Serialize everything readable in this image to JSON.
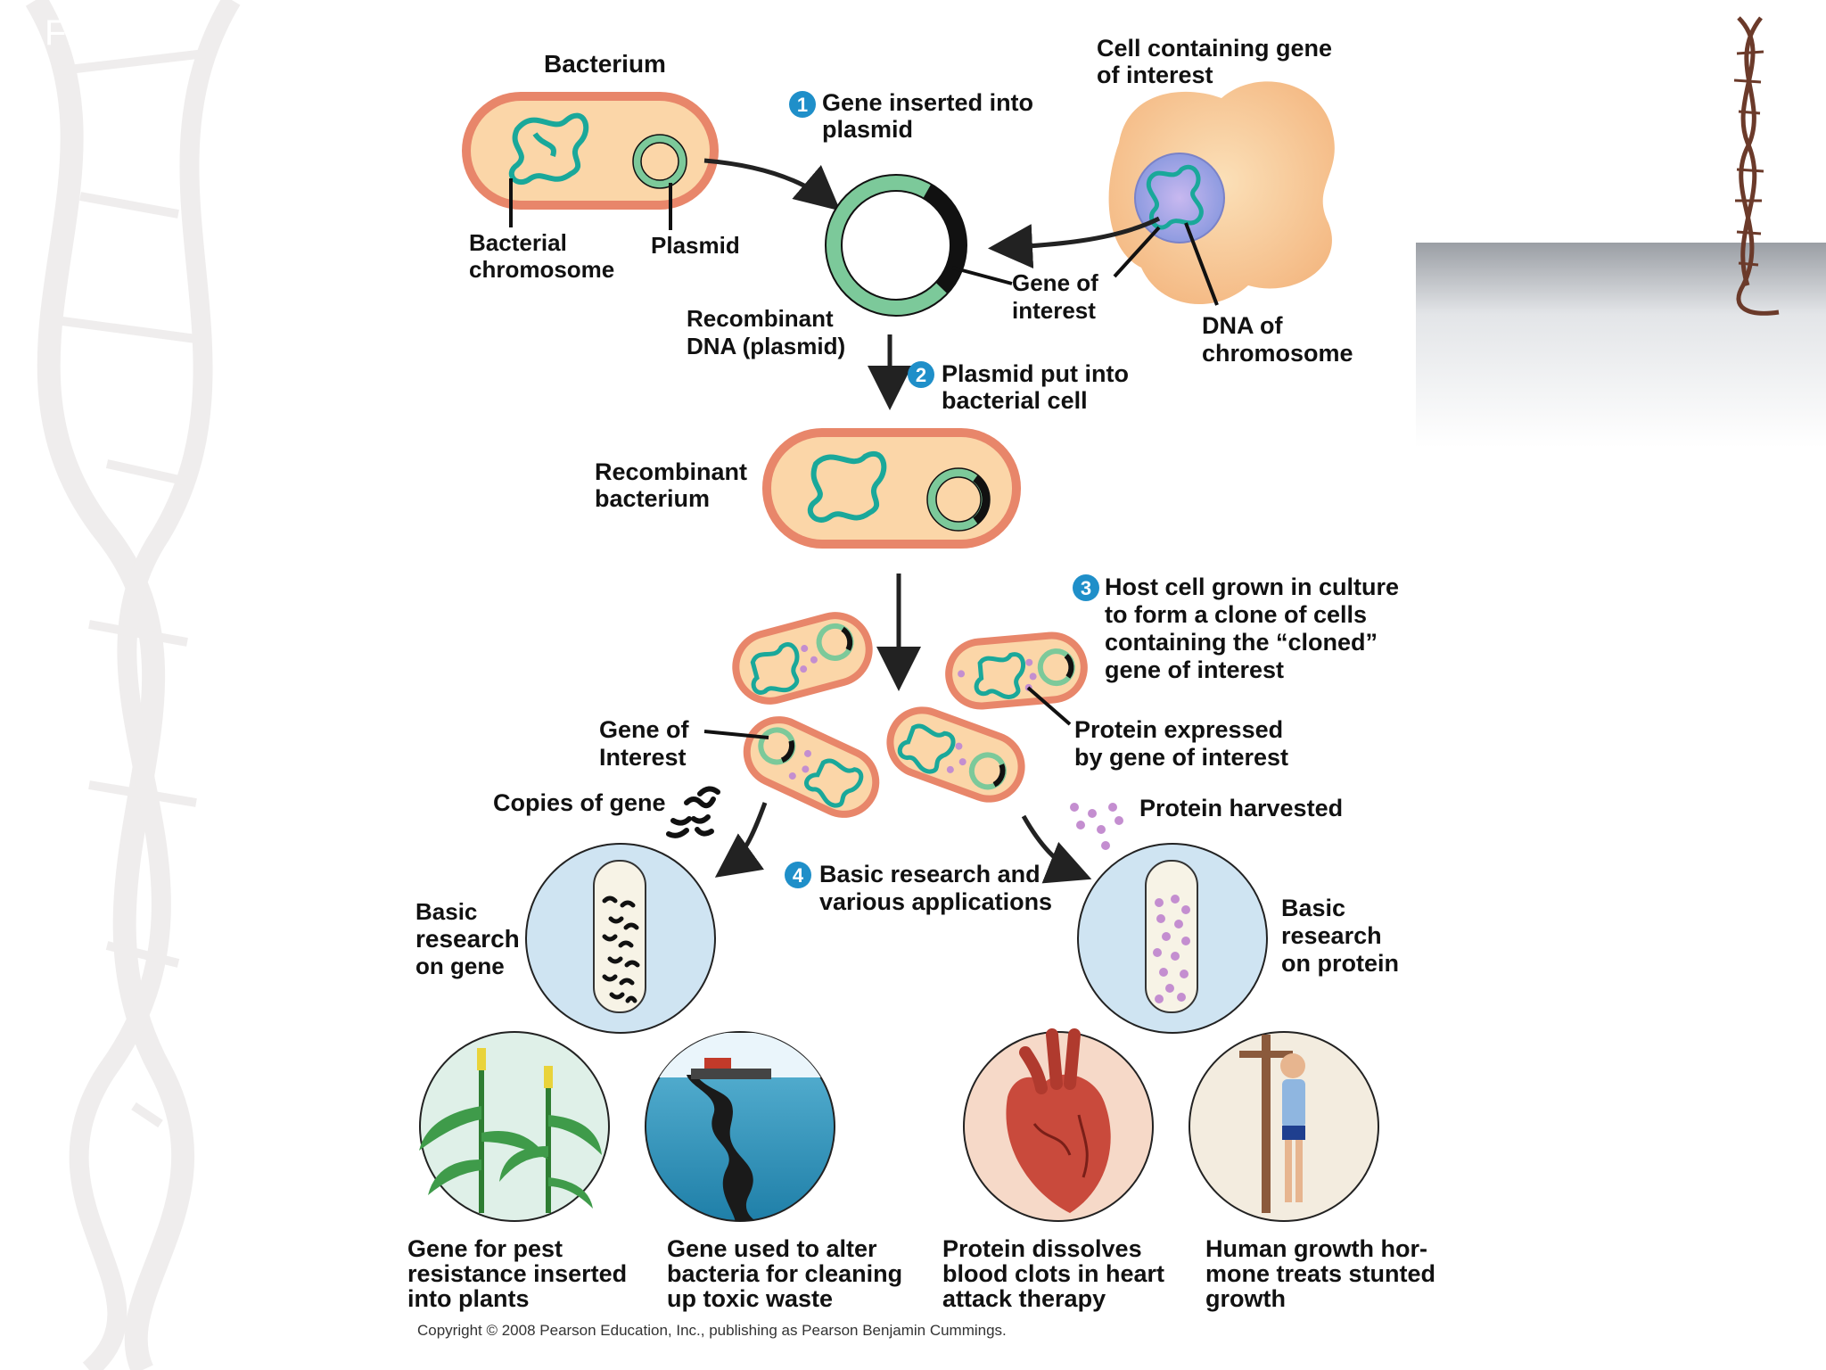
{
  "slide": {
    "corner_title": "Fig"
  },
  "labels": {
    "bacterium": "Bacterium",
    "cell_gene": [
      "Cell containing gene",
      "of interest"
    ],
    "bacterial_chromosome": [
      "Bacterial",
      "chromosome"
    ],
    "plasmid": "Plasmid",
    "recombinant_dna": [
      "Recombinant",
      "DNA (plasmid)"
    ],
    "gene_of_interest_top": [
      "Gene of",
      "interest"
    ],
    "dna_of_chromosome": [
      "DNA of",
      "chromosome"
    ],
    "recombinant_bacterium": [
      "Recombinant",
      "bacterium"
    ],
    "gene_of_interest_mid": [
      "Gene of",
      "Interest"
    ],
    "protein_expressed": [
      "Protein expressed",
      "by gene of interest"
    ],
    "copies_of_gene": "Copies of gene",
    "protein_harvested": "Protein harvested",
    "research_gene": [
      "Basic",
      "research",
      "on gene"
    ],
    "research_protein": [
      "Basic",
      "research",
      "on protein"
    ]
  },
  "steps": [
    {
      "num": "1",
      "text": [
        "Gene inserted into",
        "plasmid"
      ]
    },
    {
      "num": "2",
      "text": [
        "Plasmid put into",
        "bacterial cell"
      ]
    },
    {
      "num": "3",
      "text": [
        "Host cell grown in culture",
        "to form a clone of cells",
        "containing the “cloned”",
        "gene of interest"
      ]
    },
    {
      "num": "4",
      "text": [
        "Basic research and",
        "various applications"
      ]
    }
  ],
  "applications": [
    {
      "caption": [
        "Gene for pest",
        "resistance inserted",
        "into plants"
      ]
    },
    {
      "caption": [
        "Gene used to alter",
        "bacteria for cleaning",
        "up toxic waste"
      ]
    },
    {
      "caption": [
        "Protein dissolves",
        "blood clots in heart",
        "attack therapy"
      ]
    },
    {
      "caption": [
        "Human growth hor-",
        "mone treats stunted",
        "growth"
      ]
    }
  ],
  "copyright": "Copyright © 2008 Pearson Education, Inc., publishing as Pearson Benjamin Cummings.",
  "colors": {
    "cell_outer": "#e8866a",
    "cell_inner": "#fbd6a8",
    "dna": "#1aa89a",
    "plasmid_ring": "#7cc99a",
    "gene_segment": "#111111",
    "step_badge": "#1f8fc9",
    "protein_dot": "#c48ed0",
    "circle_fill": "#cfe4f2"
  }
}
